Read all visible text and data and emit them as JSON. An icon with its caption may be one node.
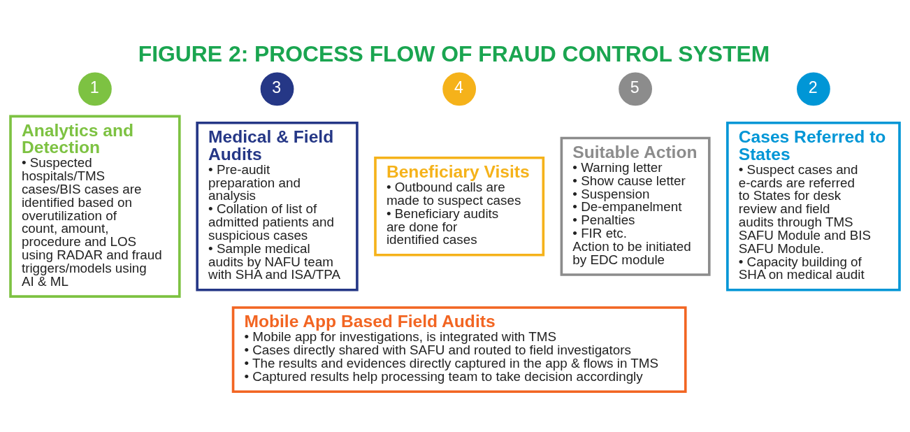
{
  "diagram": {
    "title": "FIGURE 2: PROCESS FLOW OF FRAUD CONTROL SYSTEM",
    "nodes": [
      {
        "text": [
          "1"
        ]
      },
      {
        "text": [
          "Analytics and Detection",
          "• Suspected hospitals/TMS cases/BIS cases are identified based on overutilization of count, amount, procedure and LOS using RADAR and fraud triggers/models using AI & ML"
        ]
      },
      {
        "text": [
          "2"
        ]
      },
      {
        "text": [
          "Cases Referred to States",
          "• Suspect cases and e-cards are referred to States for desk review and field audits through TMS SAFU Module and BIS SAFU Module.",
          "• Capacity building of SHA on medical audit"
        ]
      },
      {
        "text": [
          "3"
        ]
      },
      {
        "text": [
          "Medical & Field Audits",
          "• Pre-audit preparation and analysis",
          "• Collation of list of admitted patients and suspicious cases",
          "• Sample medical audits by NAFU team with SHA and ISA/TPA"
        ]
      },
      {
        "text": [
          "4"
        ]
      },
      {
        "text": [
          "Beneficiary Visits",
          "• Outbound calls are made to suspect cases",
          "• Beneficiary audits are done for identified cases"
        ]
      },
      {
        "text": [
          "5"
        ]
      },
      {
        "text": [
          "Suitable Action",
          "• Warning letter",
          "• Show cause letter",
          "• Suspension",
          "• De-empanelment",
          "• Penalties",
          "• FIR etc.",
          "Action to be initiated by EDC module"
        ]
      },
      {
        "text": [
          "Mobile App Based Field Audits",
          "• Mobile app for investigations, is integrated with TMS",
          "• Cases directly shared with SAFU and routed to field investigators",
          "• The results and evidences directly captured in the app & flows in TMS",
          "• Captured results help processing team to take decision accordingly"
        ]
      }
    ],
    "edges": []
  }
}
